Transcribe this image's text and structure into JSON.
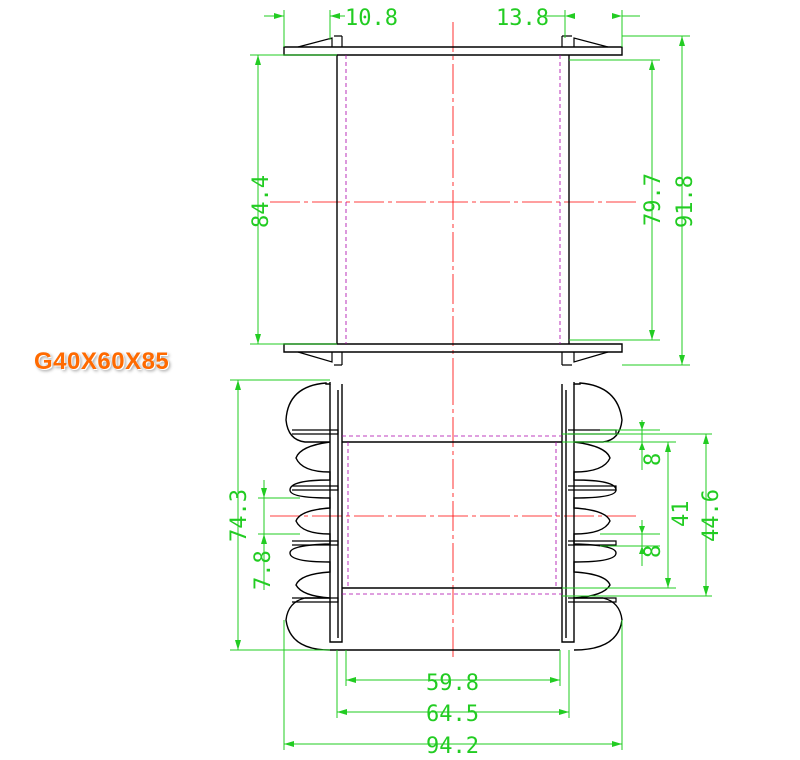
{
  "title": "G40X60X85",
  "colors": {
    "dimension": "#22cc22",
    "center_line": "#ff0000",
    "hidden_line": "#aa00aa",
    "outline": "#000000",
    "title": "#ff6a00"
  },
  "dimensions": {
    "flange_left_width": "10.8",
    "flange_right_width": "13.8",
    "side_height_inner": "84.4",
    "side_height_mid": "79.7",
    "side_height_outer": "91.8",
    "slot_top": "8",
    "slot_bottom": "8",
    "core_window": "41",
    "core_outer": "44.6",
    "height_left": "74.3",
    "slot_left": "7.8",
    "width_inner": "59.8",
    "width_mid": "64.5",
    "width_outer": "94.2"
  }
}
